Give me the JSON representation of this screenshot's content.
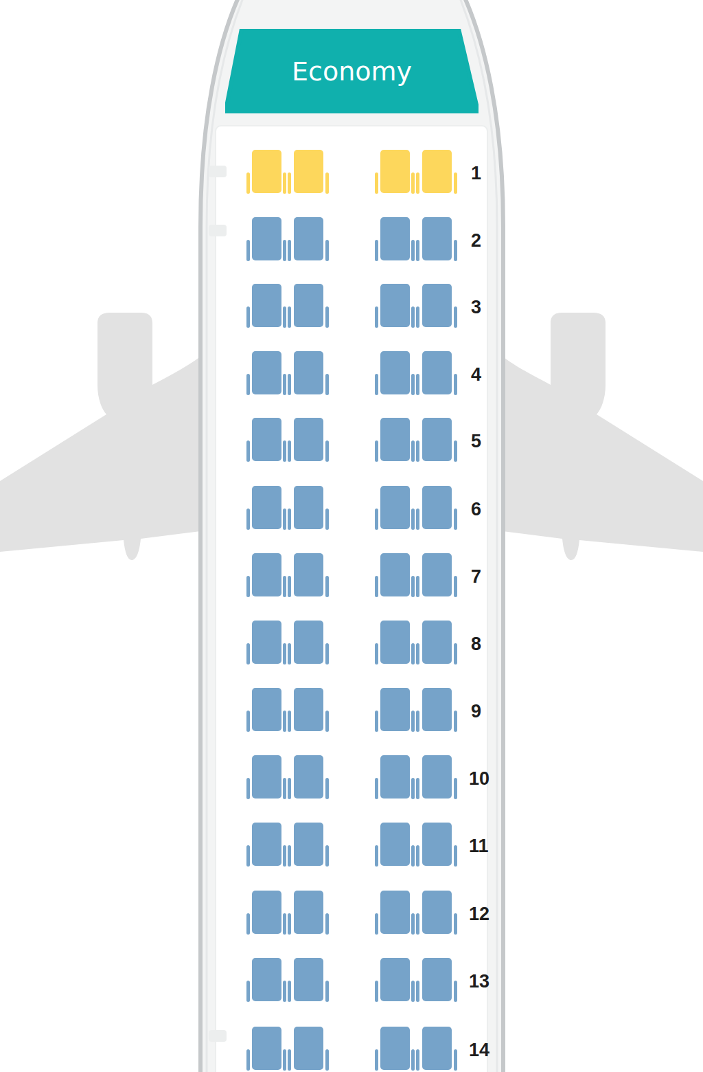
{
  "diagram": {
    "nodes": [
      {
        "text": [
          "Economy"
        ]
      }
    ],
    "labels": [
      "1",
      "2",
      "3",
      "4",
      "5",
      "6",
      "7",
      "8",
      "9",
      "10",
      "11",
      "12",
      "13",
      "14"
    ]
  }
}
